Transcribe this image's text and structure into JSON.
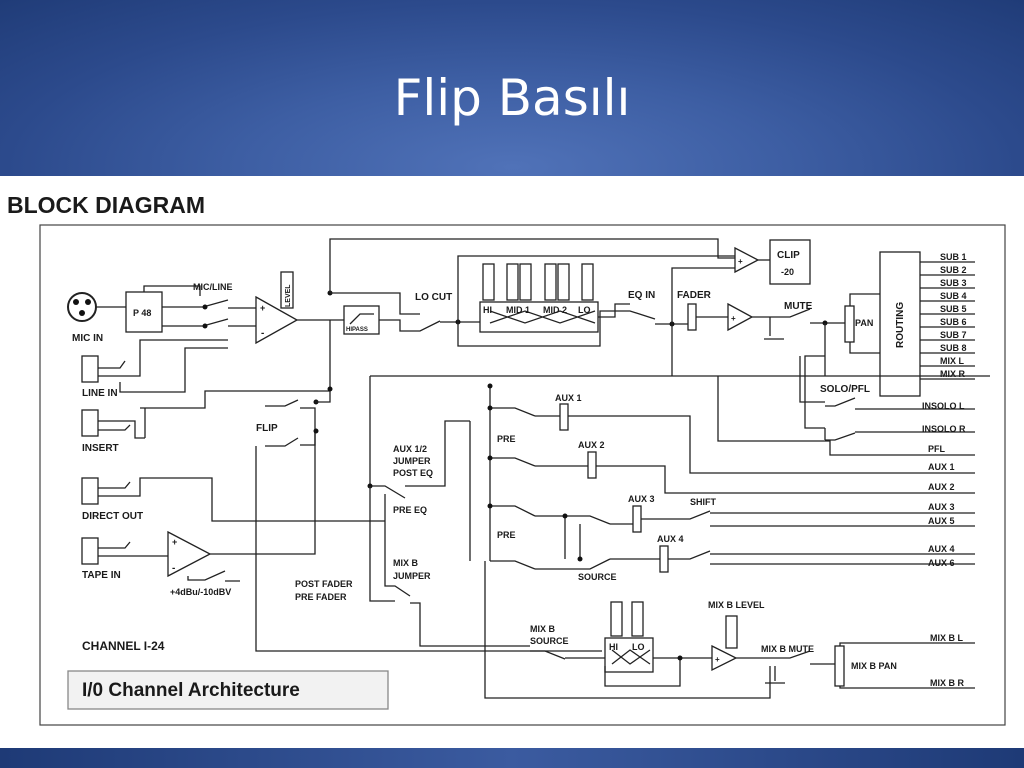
{
  "slide": {
    "title": "Flip Basılı"
  },
  "diagram": {
    "heading": "BLOCK DIAGRAM",
    "inputs": {
      "mic_in": "MIC IN",
      "line_in": "LINE IN",
      "insert": "INSERT",
      "direct_out": "DIRECT OUT",
      "tape_in": "TAPE IN",
      "tape_level": "+4dBu/-10dBV"
    },
    "blocks": {
      "p48": "P 48",
      "mic_line": "MIC/LINE",
      "level": "LEVEL",
      "hipass": "HIPASS",
      "lo_cut": "LO CUT",
      "eq_bands": [
        "HI",
        "MID 1",
        "MID 2",
        "LO"
      ],
      "eq_in": "EQ IN",
      "fader": "FADER",
      "clip": "CLIP",
      "clip_level": "-20",
      "mute": "MUTE",
      "pan": "PAN",
      "routing": "ROUTING",
      "solo_pfl": "SOLO/PFL",
      "flip": "FLIP",
      "aux12_jumper": [
        "AUX 1/2",
        "JUMPER",
        "POST EQ"
      ],
      "pre_eq": "PRE EQ",
      "aux1": "AUX 1",
      "aux2": "AUX 2",
      "aux3": "AUX 3",
      "aux4": "AUX 4",
      "pre": "PRE",
      "shift": "SHIFT",
      "source": "SOURCE",
      "mixb_jumper": [
        "MIX B",
        "JUMPER"
      ],
      "post_pre_fader": [
        "POST FADER",
        "PRE FADER"
      ],
      "mixb_source": [
        "MIX B",
        "SOURCE"
      ],
      "mixb_eq_bands": [
        "HI",
        "LO"
      ],
      "mixb_level": "MIX B  LEVEL",
      "mixb_mute": "MIX B  MUTE",
      "mixb_pan": "MIX B  PAN"
    },
    "outputs": [
      "SUB 1",
      "SUB 2",
      "SUB 3",
      "SUB 4",
      "SUB 5",
      "SUB 6",
      "SUB 7",
      "SUB 8",
      "MIX L",
      "MIX R",
      "INSOLO L",
      "INSOLO R",
      "PFL",
      "AUX 1",
      "AUX 2",
      "AUX 3",
      "AUX 5",
      "AUX 4",
      "AUX 6",
      "MIX B  L",
      "MIX B  R"
    ],
    "channel": "CHANNEL  I-24",
    "caption": "I/0 Channel Architecture"
  }
}
